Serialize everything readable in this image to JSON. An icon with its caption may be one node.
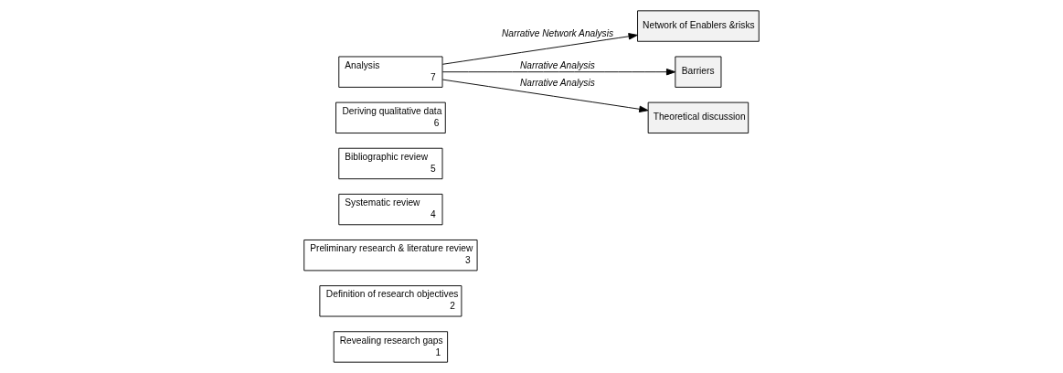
{
  "diagram": {
    "nodes": [
      {
        "text": [
          "Revealing research gaps",
          "1"
        ]
      },
      {
        "text": [
          "Definition of research objectives",
          "2"
        ]
      },
      {
        "text": [
          "Preliminary research & literature review",
          "3"
        ]
      },
      {
        "text": [
          "Systematic review",
          "4"
        ]
      },
      {
        "text": [
          "Bibliographic review",
          "5"
        ]
      },
      {
        "text": [
          "Deriving qualitative data",
          "6"
        ]
      },
      {
        "text": [
          "Analysis",
          "7"
        ]
      },
      {
        "text": [
          "Network of Enablers &risks"
        ]
      },
      {
        "text": [
          "Barriers"
        ]
      },
      {
        "text": [
          "Theoretical discussion"
        ]
      }
    ],
    "edges": [
      {
        "from": 6,
        "to": 7,
        "arrow": "to",
        "label": "Narrative Network Analysis"
      },
      {
        "from": 6,
        "to": 8,
        "arrow": "to",
        "label": "Narrative Analysis"
      },
      {
        "from": 6,
        "to": 9,
        "arrow": "to",
        "label": "Narrative Analysis"
      }
    ]
  }
}
